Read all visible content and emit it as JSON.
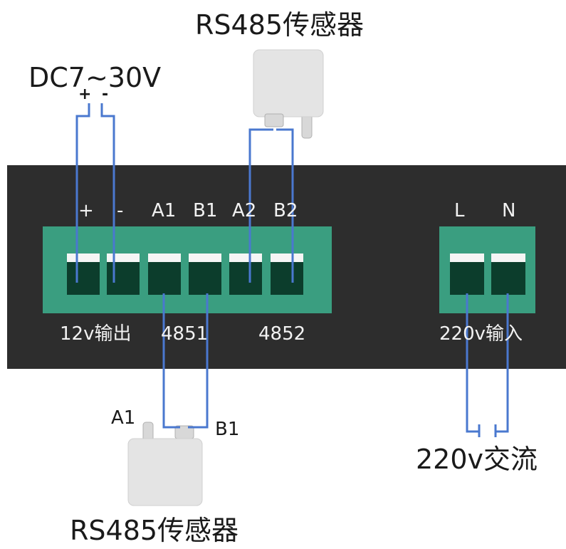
{
  "top_sensor": {
    "label": "RS485传感器"
  },
  "bottom_sensor": {
    "label": "RS485传感器",
    "pin_a": "A1",
    "pin_b": "B1"
  },
  "dc_supply": {
    "label": "DC7~30V",
    "plus": "+",
    "minus": "-"
  },
  "ac_supply": {
    "label": "220v交流"
  },
  "terminal_block_left": {
    "pins": [
      "+",
      "-",
      "A1",
      "B1",
      "A2",
      "B2"
    ],
    "group_labels": {
      "output": "12v输出",
      "rs485_1": "4851",
      "rs485_2": "4852"
    }
  },
  "terminal_block_right": {
    "pins": [
      "L",
      "N"
    ],
    "group_label": "220v输入"
  },
  "colors": {
    "panel": "#2d2d2d",
    "terminal_green": "#3a9e80",
    "slot_dark": "#0c3d2c",
    "wire_blue": "#4a78cf",
    "sensor_grey": "#e4e4e4"
  }
}
